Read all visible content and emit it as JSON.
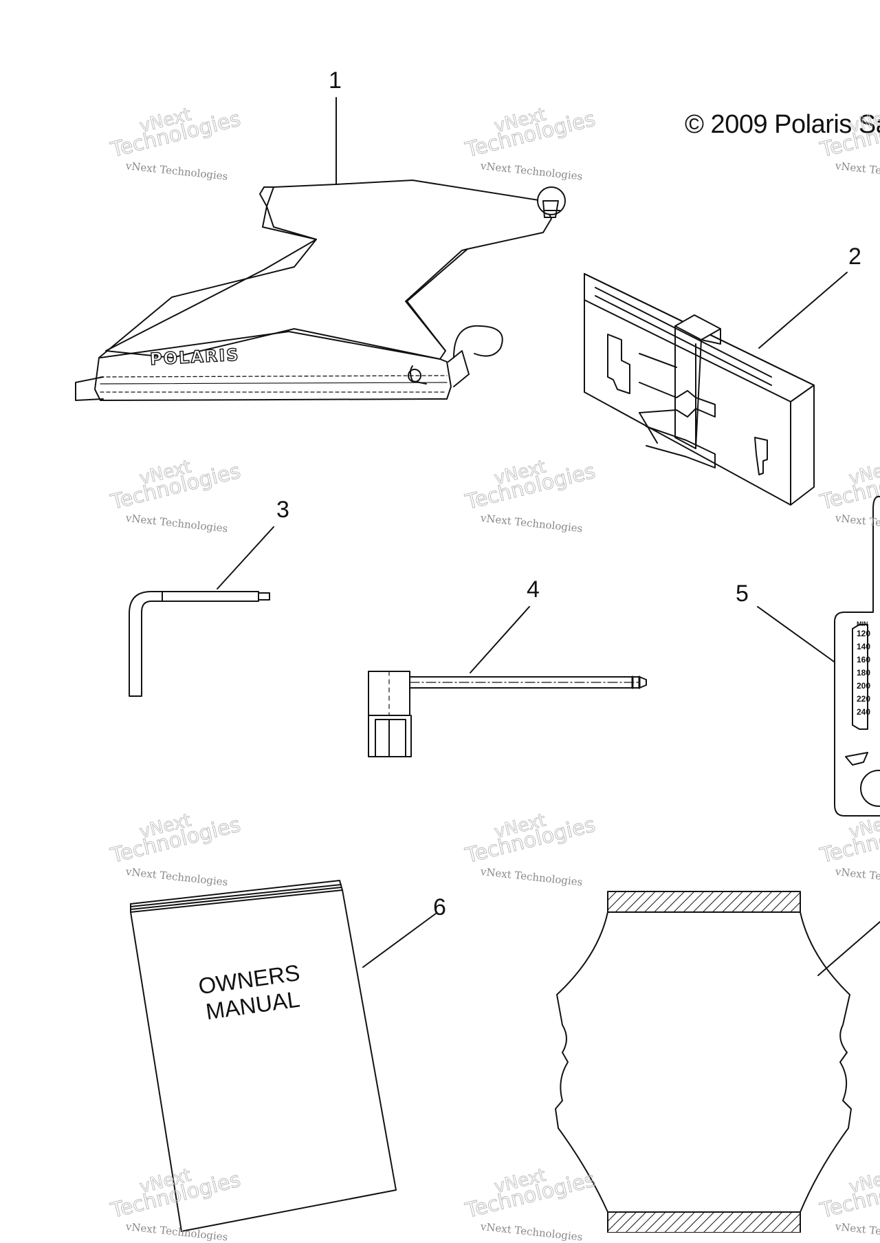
{
  "copyright": "© 2009 Polaris Sa",
  "callouts": [
    "1",
    "2",
    "3",
    "4",
    "5",
    "6"
  ],
  "watermark": {
    "line1": "vNext Technologies",
    "line2": "Technologies",
    "line3": "vNext"
  },
  "parts": {
    "tool_bag": {
      "brand": "POLARIS"
    },
    "owners_manual": {
      "line1": "OWNERS",
      "line2": "MANUAL"
    }
  },
  "gauge_scale": [
    "120",
    "140",
    "160",
    "180",
    "200",
    "220",
    "240"
  ],
  "gauge_unit": "MIN"
}
